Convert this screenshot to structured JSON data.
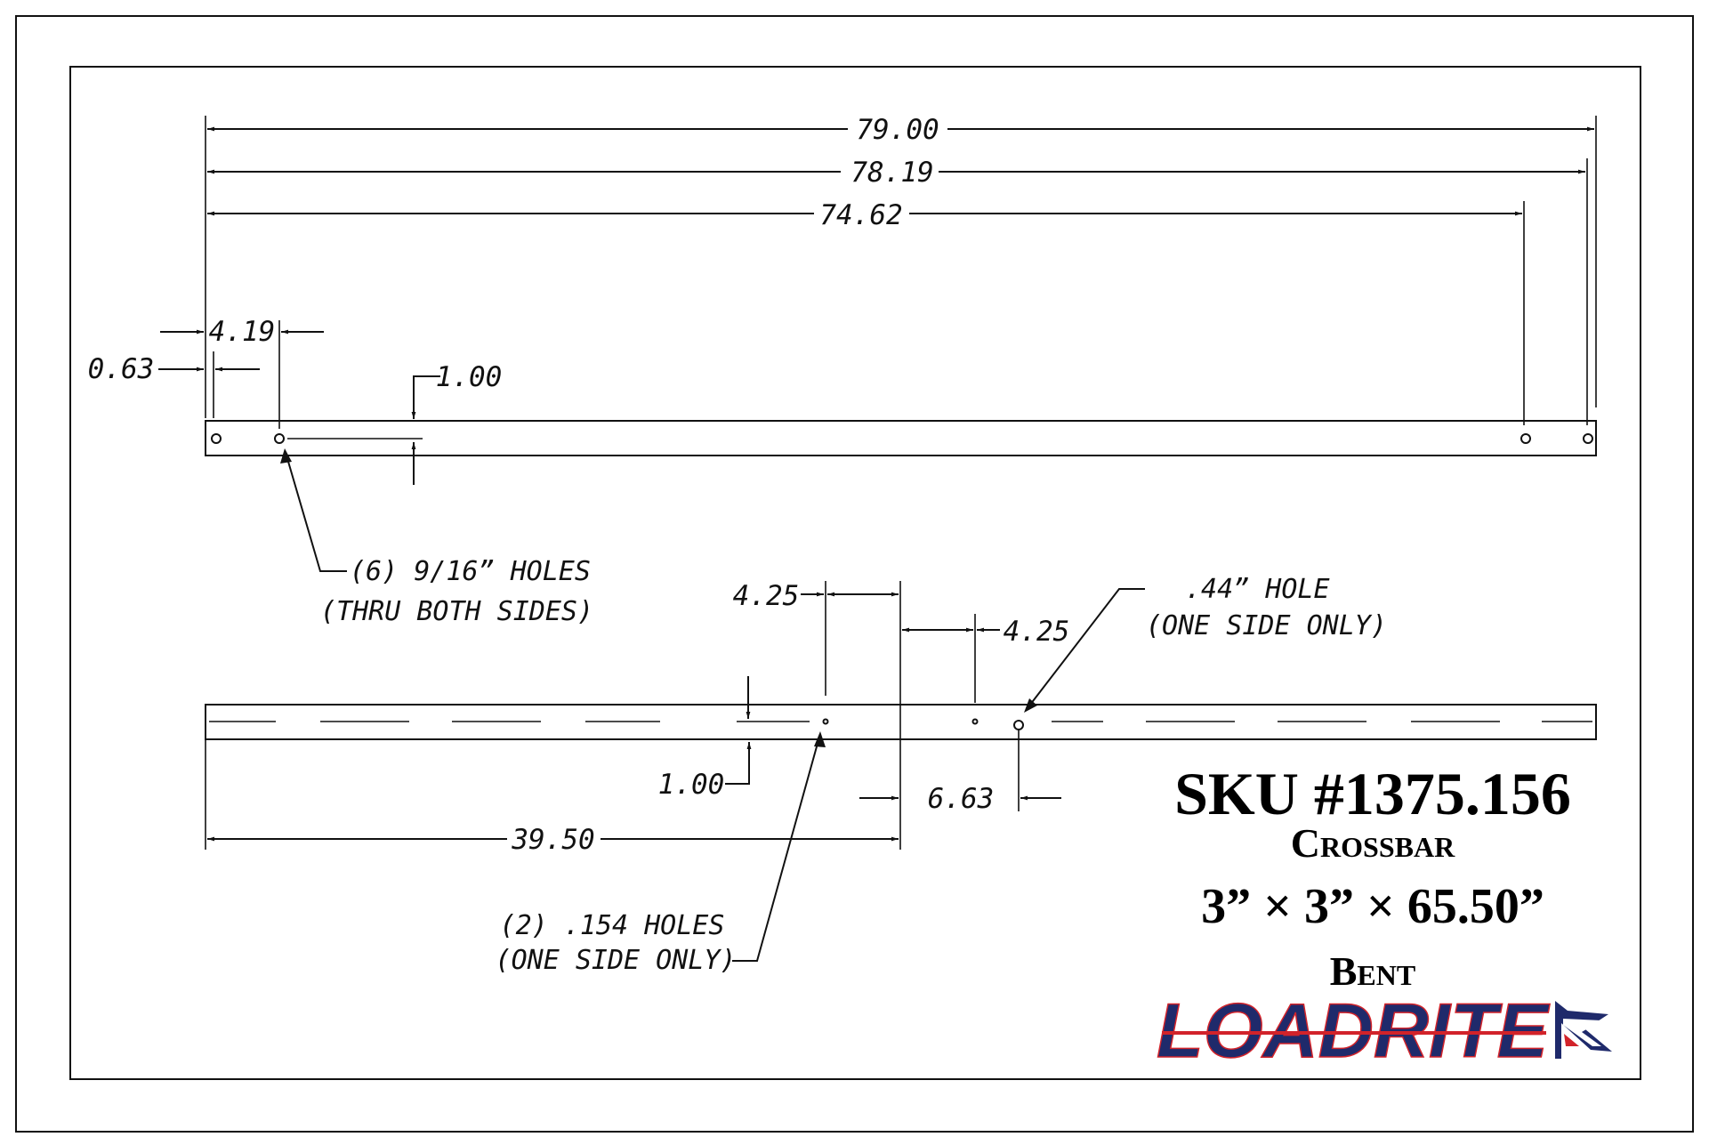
{
  "dimensions": {
    "top_overall": "79.00",
    "top_second": "78.19",
    "top_third": "74.62",
    "left_offset_a": "4.19",
    "left_offset_b": "0.63",
    "top_hole_height": "1.00",
    "bottom_left_gap": "4.25",
    "bottom_right_gap": "4.25",
    "bottom_hole_height": "1.00",
    "bottom_hole_offset": "6.63",
    "bottom_length": "39.50"
  },
  "notes": {
    "holes_916_line1": "(6) 9/16” HOLES",
    "holes_916_line2": "(THRU BOTH SIDES)",
    "hole_44_line1": ".44” HOLE",
    "hole_44_line2": "(ONE SIDE ONLY)",
    "holes_154_line1": "(2) .154 HOLES",
    "holes_154_line2": "(ONE SIDE ONLY)"
  },
  "title_block": {
    "sku": "SKU #1375.156",
    "part_name": "Crossbar",
    "size": "3” × 3” × 65.50”",
    "finish": "Bent"
  },
  "logo": {
    "text": "LOADRITE",
    "colors": {
      "navy": "#1f2a6b",
      "red": "#d2232a"
    }
  }
}
